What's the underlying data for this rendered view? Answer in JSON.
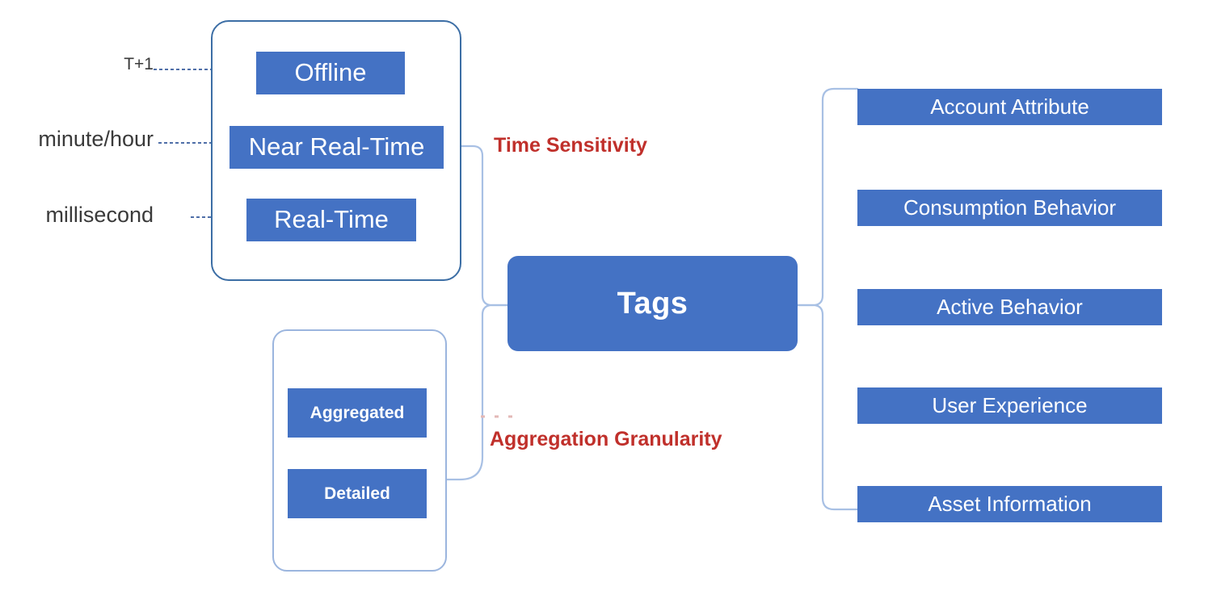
{
  "diagram": {
    "title": "Tags",
    "center_node": {
      "label": "Tags"
    },
    "colors": {
      "chip_blue": "#4472C4",
      "caption_red": "#C0302B",
      "group_border_dark": "#3C6EA5",
      "group_border_light": "#9BB5DE",
      "connector_blue": "#A8C0E4",
      "dotted_connector": "#4F6FA8",
      "background": "#FFFFFF",
      "chip_text": "#FFFFFF",
      "latency_text": "#3A3A3A"
    },
    "left_branches": [
      {
        "caption": "Time Sensitivity",
        "items": [
          {
            "label": "Offline",
            "latency": "T+1"
          },
          {
            "label": "Near Real-Time",
            "latency": "minute/hour"
          },
          {
            "label": "Real-Time",
            "latency": "millisecond"
          }
        ]
      },
      {
        "caption": "Aggregation Granularity",
        "items": [
          {
            "label": "Aggregated",
            "latency": ""
          },
          {
            "label": "Detailed",
            "latency": ""
          }
        ]
      }
    ],
    "right_categories": [
      {
        "label": "Account Attribute"
      },
      {
        "label": "Consumption Behavior"
      },
      {
        "label": "Active Behavior"
      },
      {
        "label": "User Experience"
      },
      {
        "label": "Asset Information"
      }
    ]
  }
}
